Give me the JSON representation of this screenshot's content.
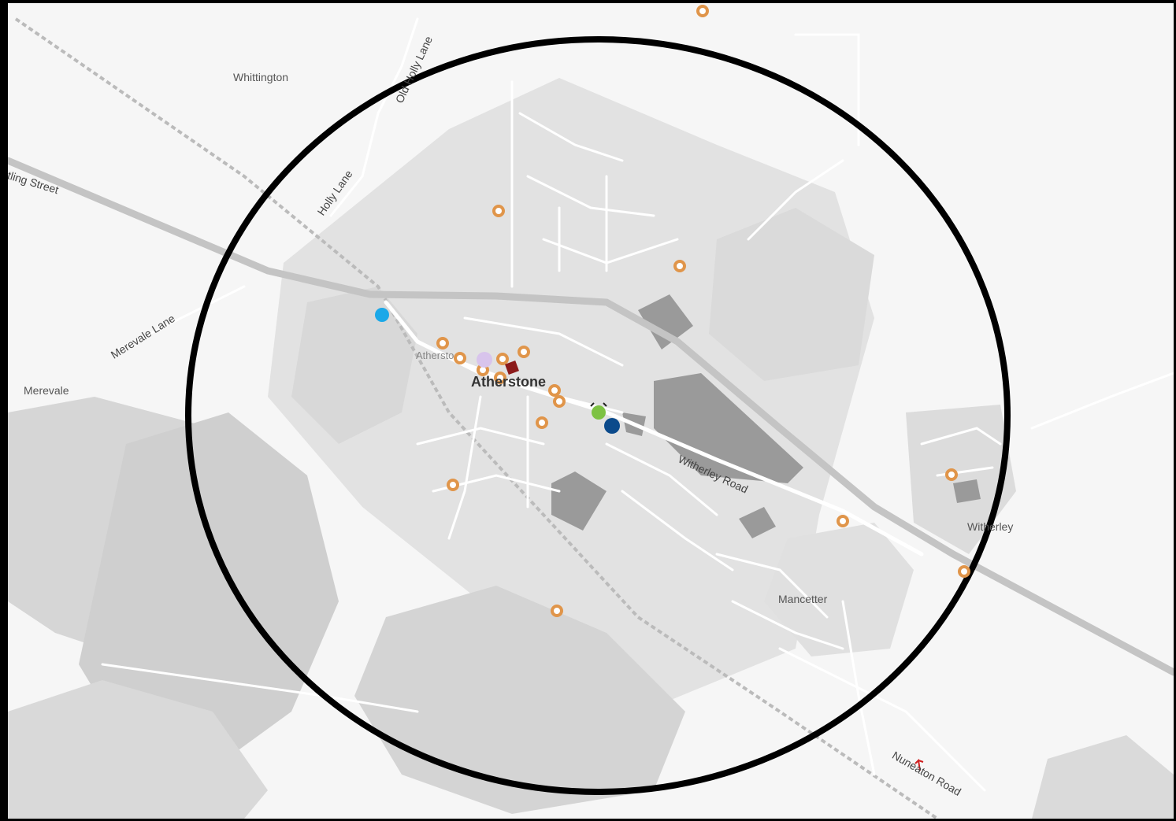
{
  "map": {
    "places": {
      "whittington": "Whittington",
      "merevale": "Merevale",
      "atherstone": "Atherstone",
      "atherstone_station": "Athersto",
      "mancetter": "Mancetter",
      "witherley": "Witherley"
    },
    "roads": {
      "watling_street": "tling Street",
      "holly_lane": "Holly Lane",
      "old_holly_lane": "Old Holly Lane",
      "merevale_lane": "Merevale Lane",
      "witherley_road": "Witherley Road",
      "nuneaton_road": "Nuneaton Road"
    },
    "colors": {
      "background": "#f6f6f6",
      "built_area": "#dcdcdc",
      "woodland": "#d2d2d2",
      "buildings": "#9a9a9a",
      "roads": "#ffffff",
      "major_road": "#c4c4c4",
      "radius_circle": "#000000",
      "poi_marker": "#e0954a",
      "marker_light_blue": "#1ba8e8",
      "marker_dark_blue": "#0b4a8b",
      "marker_green": "#7dc243",
      "marker_lilac": "#d8c4ec",
      "marker_maroon": "#8b1a1a"
    },
    "markers": {
      "poi_icon": "circle-ring-icon",
      "station_icon": "dot-icon",
      "home_icon": "pin-icon"
    }
  }
}
